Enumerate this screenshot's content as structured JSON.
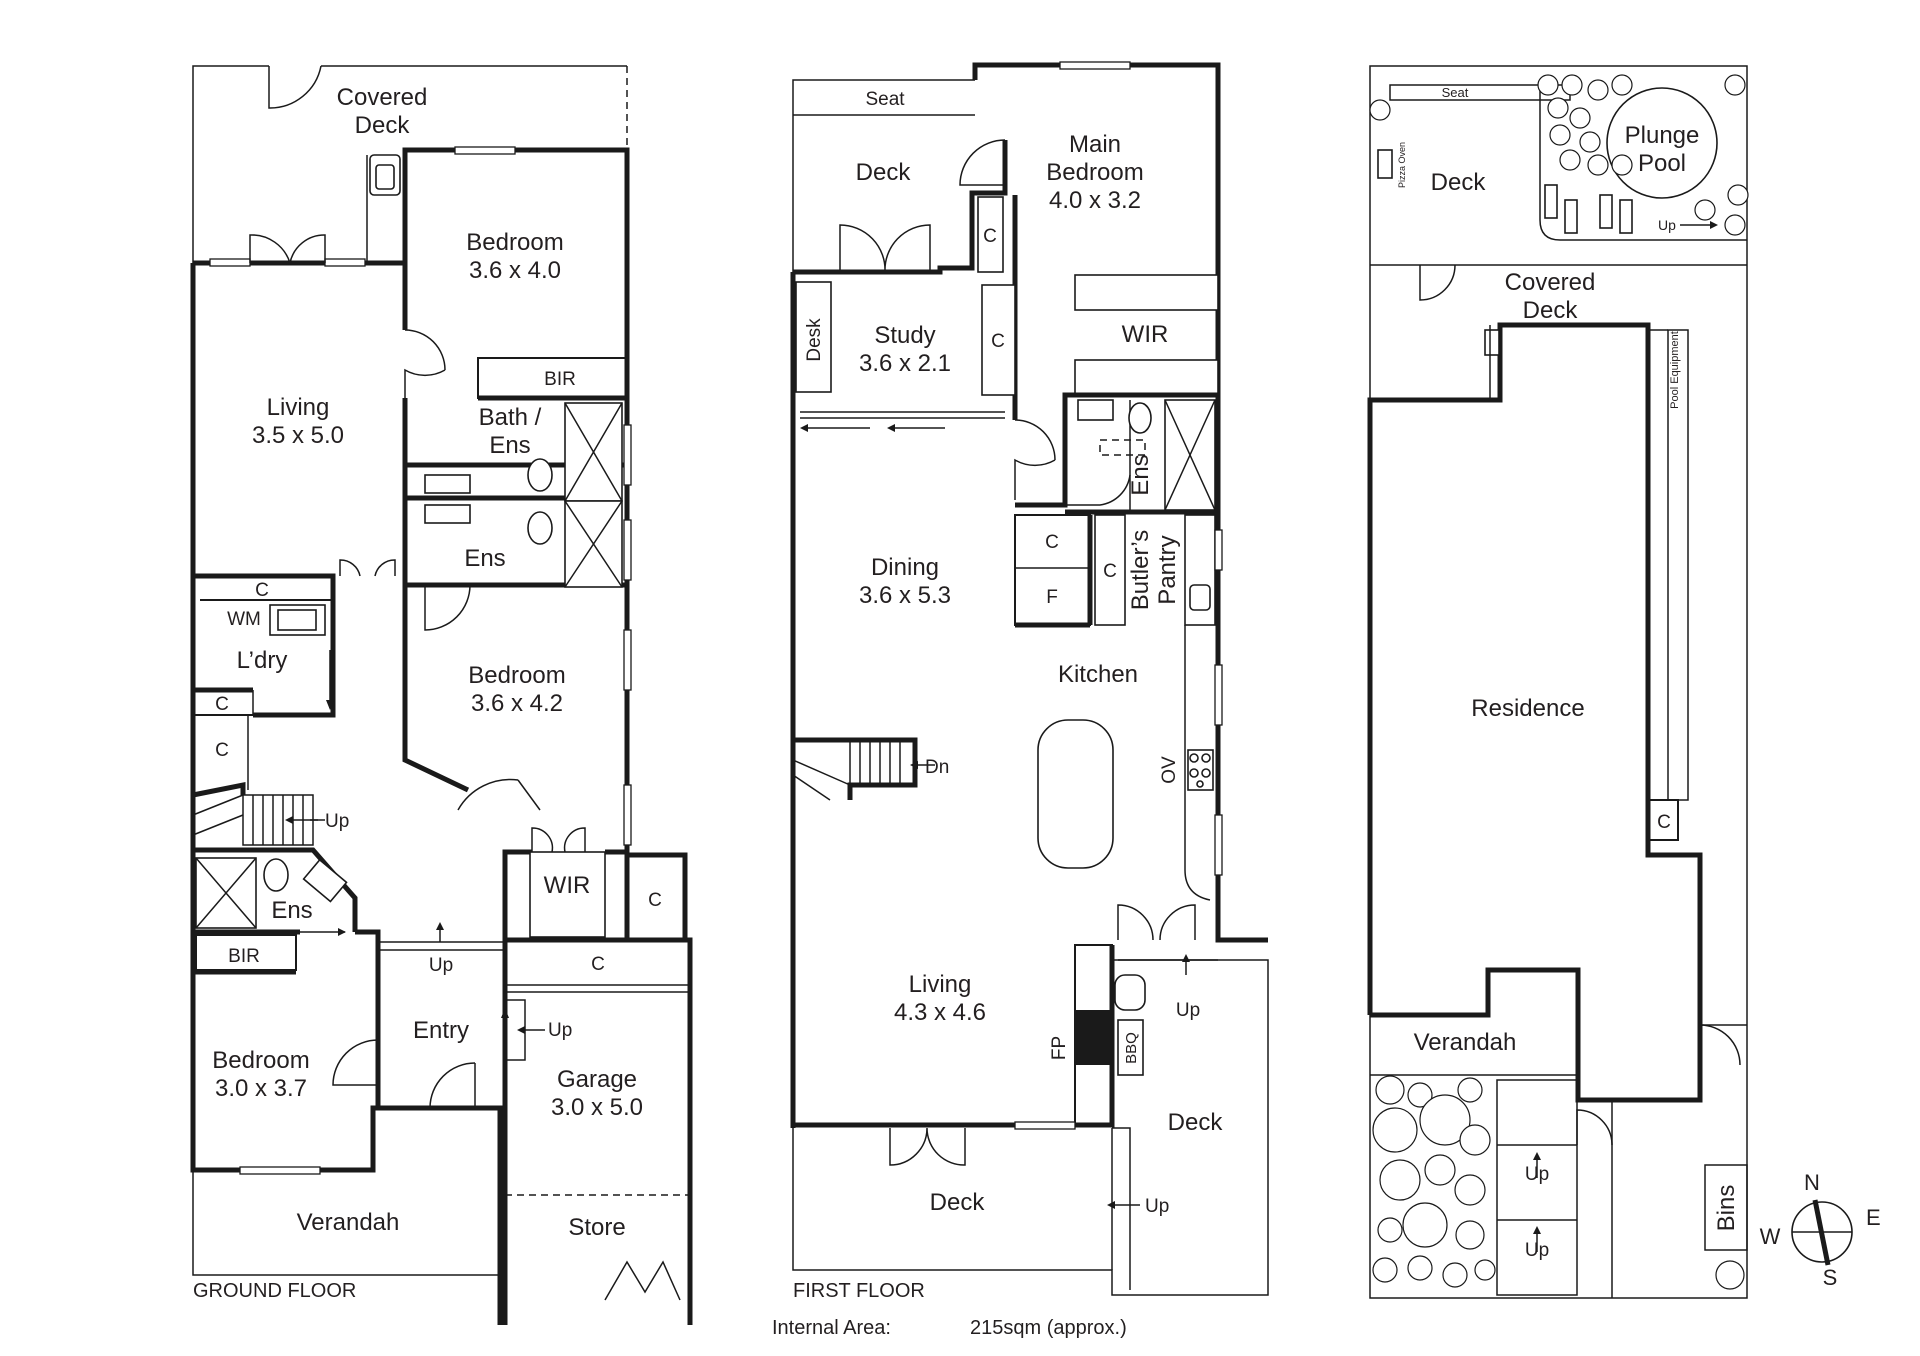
{
  "ground_floor": {
    "title": "GROUND FLOOR",
    "rooms": {
      "covered_deck_1": "Covered",
      "covered_deck_2": "Deck",
      "bedroom1_name": "Bedroom",
      "bedroom1_size": "3.6 x 4.0",
      "living_name": "Living",
      "living_size": "3.5 x 5.0",
      "bir_top": "BIR",
      "bath_ens_1": "Bath /",
      "bath_ens_2": "Ens",
      "ens_mid": "Ens",
      "laundry_c": "C",
      "wm": "WM",
      "laundry": "L’dry",
      "c_small": "C",
      "c_hall": "C",
      "bedroom2_name": "Bedroom",
      "bedroom2_size": "3.6 x 4.2",
      "up_stairs": "Up",
      "ens_lower": "Ens",
      "wir": "WIR",
      "c_garage_side": "C",
      "bir_lower": "BIR",
      "up_entry": "Up",
      "c_garage": "C",
      "entry": "Entry",
      "up_garage": "Up",
      "bedroom3_name": "Bedroom",
      "bedroom3_size": "3.0 x 3.7",
      "garage_name": "Garage",
      "garage_size": "3.0 x 5.0",
      "verandah": "Verandah",
      "store": "Store"
    }
  },
  "first_floor": {
    "title": "FIRST FLOOR",
    "rooms": {
      "seat": "Seat",
      "deck_top": "Deck",
      "main_bed_1": "Main",
      "main_bed_2": "Bedroom",
      "main_bed_size": "4.0 x 3.2",
      "c_bed": "C",
      "desk": "Desk",
      "study_name": "Study",
      "study_size": "3.6 x 2.1",
      "c_study": "C",
      "wir": "WIR",
      "ens": "Ens",
      "dining_name": "Dining",
      "dining_size": "3.6 x 5.3",
      "c_pantry1": "C",
      "c_pantry2": "C",
      "f_fridge": "F",
      "butlers": "Butler’s",
      "pantry": "Pantry",
      "kitchen": "Kitchen",
      "dn": "Dn",
      "ov": "OV",
      "living_name": "Living",
      "living_size": "4.3 x 4.6",
      "up_bbq": "Up",
      "fp": "FP",
      "bbq": "BBQ",
      "deck_right": "Deck",
      "deck_bottom": "Deck",
      "up_deck": "Up"
    }
  },
  "site_plan": {
    "seat": "Seat",
    "pizza_oven": "Pizza Oven",
    "deck": "Deck",
    "plunge_1": "Plunge",
    "plunge_2": "Pool",
    "up_pool": "Up",
    "covered_1": "Covered",
    "covered_2": "Deck",
    "pool_equipment": "Pool Equipment",
    "residence": "Residence",
    "c_side": "C",
    "verandah": "Verandah",
    "up_1": "Up",
    "up_2": "Up",
    "bins": "Bins"
  },
  "compass": {
    "n": "N",
    "e": "E",
    "s": "S",
    "w": "W"
  },
  "summary": {
    "area_label": "Internal Area:",
    "area_value": "215sqm (approx.)"
  }
}
